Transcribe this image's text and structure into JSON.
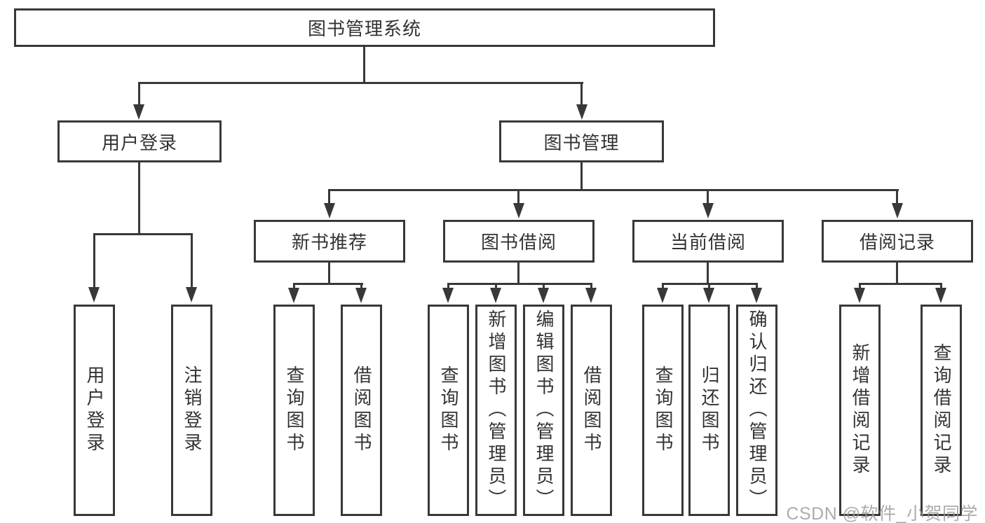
{
  "diagram": {
    "root": {
      "label": "图书管理系统"
    },
    "branches": [
      {
        "label": "用户登录",
        "children": [
          {
            "label": "用户登录"
          },
          {
            "label": "注销登录"
          }
        ]
      },
      {
        "label": "图书管理",
        "children": [
          {
            "label": "新书推荐",
            "children": [
              {
                "label": "查询图书"
              },
              {
                "label": "借阅图书"
              }
            ]
          },
          {
            "label": "图书借阅",
            "children": [
              {
                "label": "查询图书"
              },
              {
                "label": "新增图书（管理员）"
              },
              {
                "label": "编辑图书（管理员）"
              },
              {
                "label": "借阅图书"
              }
            ]
          },
          {
            "label": "当前借阅",
            "children": [
              {
                "label": "查询图书"
              },
              {
                "label": "归还图书"
              },
              {
                "label": "确认归还（管理员）"
              }
            ]
          },
          {
            "label": "借阅记录",
            "children": [
              {
                "label": "新增借阅记录"
              },
              {
                "label": "查询借阅记录"
              }
            ]
          }
        ]
      }
    ],
    "watermark": "CSDN @软件_小贺同学",
    "colors": {
      "line": "#383838",
      "text": "#333333",
      "background": "#ffffff",
      "watermark": "#9a9a9a"
    }
  }
}
